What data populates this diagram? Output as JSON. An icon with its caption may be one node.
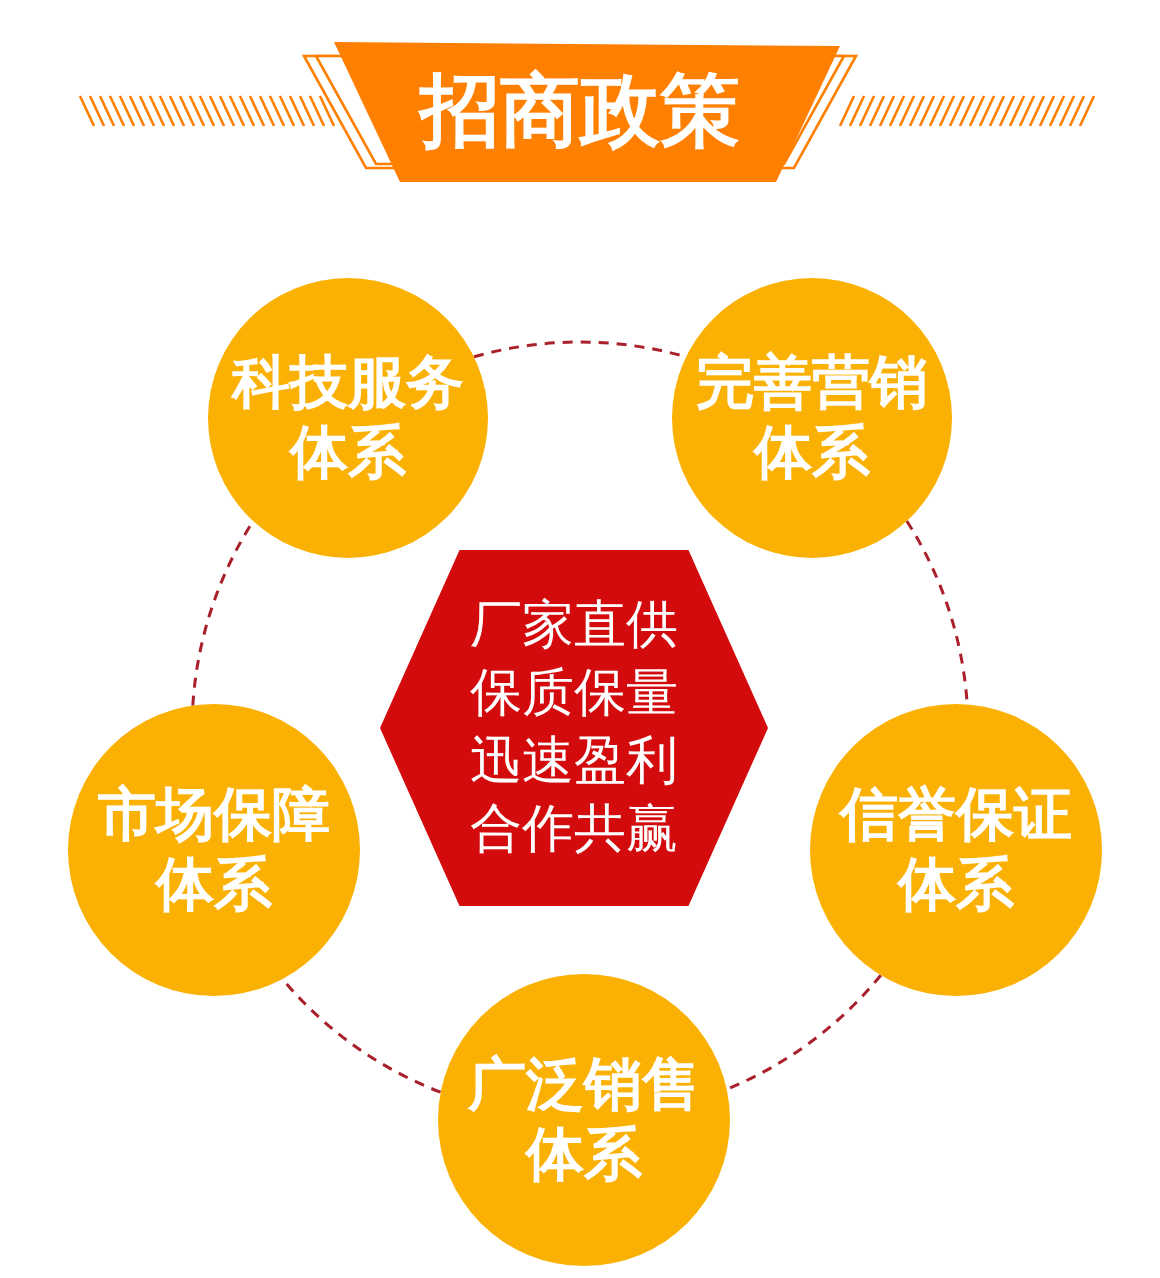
{
  "diagram": {
    "title": "招商政策",
    "nodes": [
      {
        "text": [
          "科技服务体系"
        ]
      },
      {
        "text": [
          "完善营销体系"
        ]
      },
      {
        "text": [
          "厂家直供",
          "保质保量",
          "迅速盈利",
          "合作共赢"
        ]
      },
      {
        "text": [
          "市场保障体系"
        ]
      },
      {
        "text": [
          "信誉保证体系"
        ]
      },
      {
        "text": [
          "广泛销售体系"
        ]
      }
    ],
    "edges": [
      {
        "from": 0,
        "to": 1,
        "arrow": "none",
        "style": "dashed"
      },
      {
        "from": 1,
        "to": 4,
        "arrow": "none",
        "style": "dashed"
      },
      {
        "from": 4,
        "to": 5,
        "arrow": "none",
        "style": "dashed"
      },
      {
        "from": 5,
        "to": 3,
        "arrow": "none",
        "style": "dashed"
      },
      {
        "from": 3,
        "to": 0,
        "arrow": "none",
        "style": "dashed"
      }
    ]
  }
}
